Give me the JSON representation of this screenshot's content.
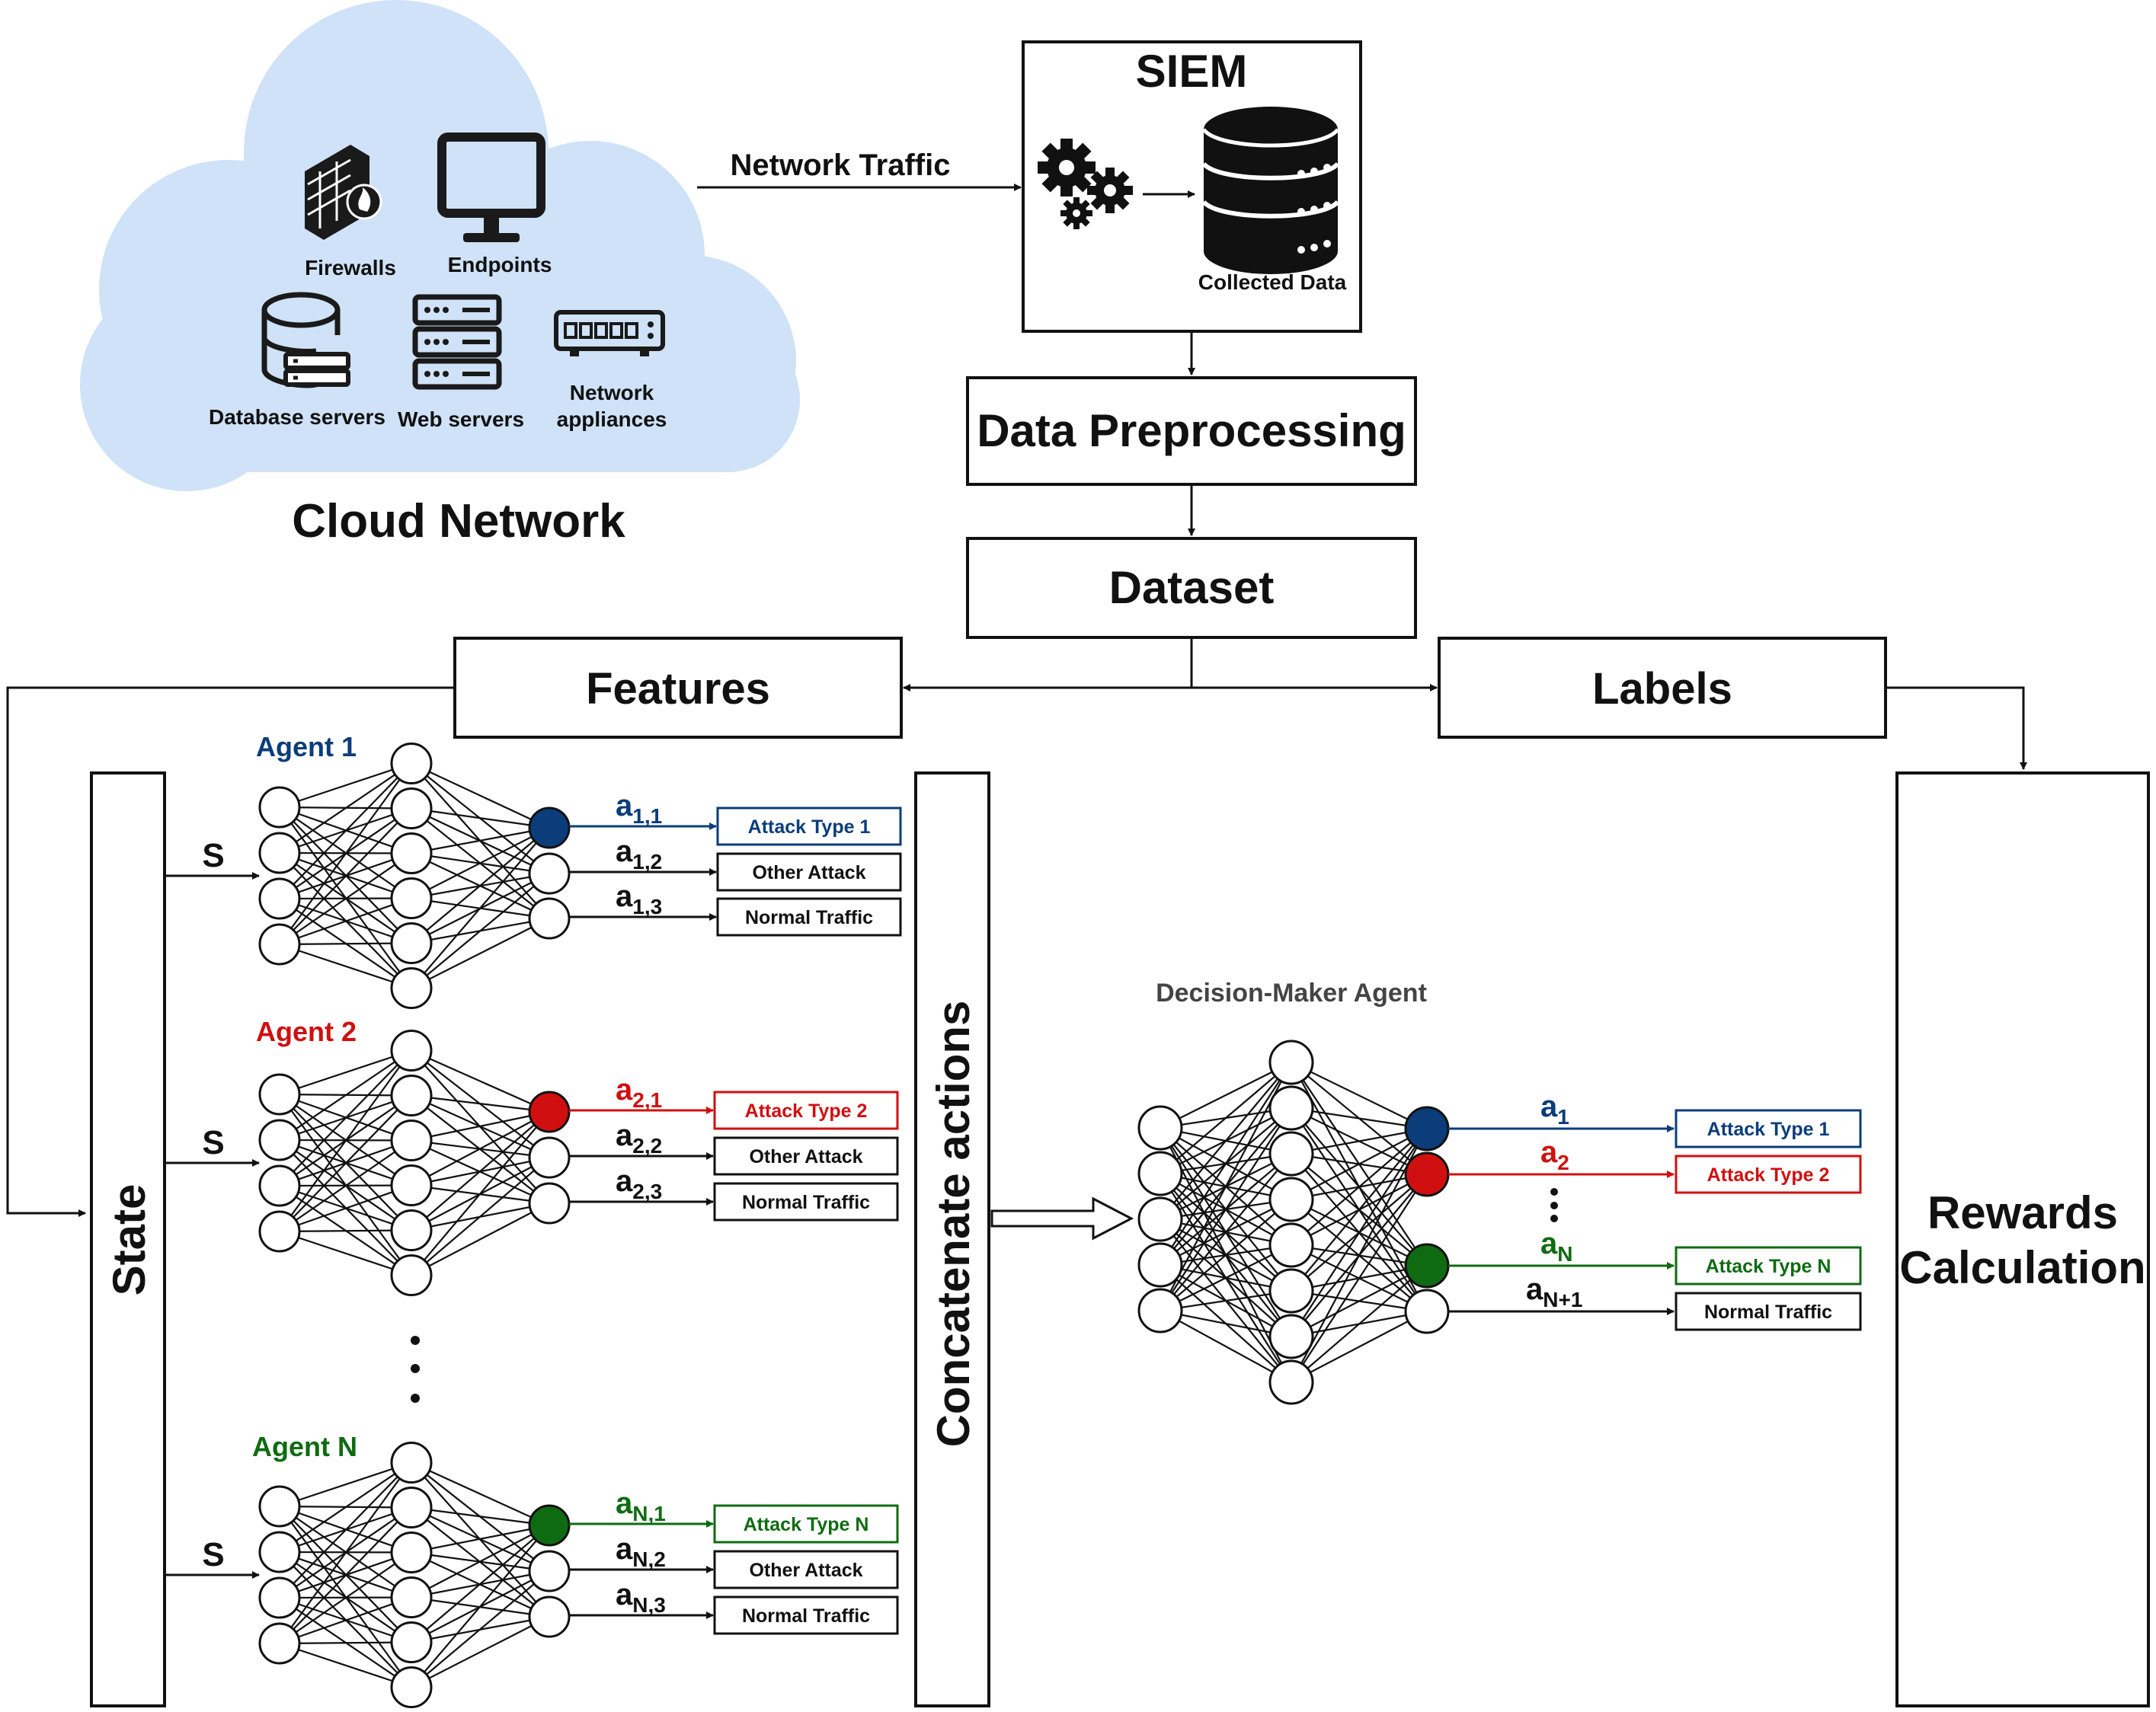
{
  "cloud": {
    "title": "Cloud Network",
    "devices": {
      "firewalls": "Firewalls",
      "endpoints": "Endpoints",
      "database_servers": "Database servers",
      "web_servers": "Web servers",
      "network_appliances_line1": "Network",
      "network_appliances_line2": "appliances"
    }
  },
  "flow": {
    "network_traffic": "Network Traffic",
    "siem_title": "SIEM",
    "collected_data": "Collected Data",
    "preprocessing": "Data Preprocessing",
    "dataset": "Dataset",
    "features": "Features",
    "labels": "Labels",
    "state": "State",
    "concatenate": "Concatenate actions",
    "rewards_line1": "Rewards",
    "rewards_line2": "Calculation",
    "s_label": "S"
  },
  "colors": {
    "agent1": "#0b3d7a",
    "agent2": "#d01010",
    "agentN": "#0f6b12",
    "cloud": "#cfe2f7"
  },
  "agents": [
    {
      "name": "Agent 1",
      "color_key": "agent1",
      "actions": [
        {
          "base": "a",
          "sub": "1,1",
          "output": "Attack Type 1",
          "colored": true
        },
        {
          "base": "a",
          "sub": "1,2",
          "output": "Other Attack",
          "colored": false
        },
        {
          "base": "a",
          "sub": "1,3",
          "output": "Normal Traffic",
          "colored": false
        }
      ]
    },
    {
      "name": "Agent 2",
      "color_key": "agent2",
      "actions": [
        {
          "base": "a",
          "sub": "2,1",
          "output": "Attack Type 2",
          "colored": true
        },
        {
          "base": "a",
          "sub": "2,2",
          "output": "Other Attack",
          "colored": false
        },
        {
          "base": "a",
          "sub": "2,3",
          "output": "Normal Traffic",
          "colored": false
        }
      ]
    },
    {
      "name": "Agent N",
      "color_key": "agentN",
      "actions": [
        {
          "base": "a",
          "sub": "N,1",
          "output": "Attack Type N",
          "colored": true
        },
        {
          "base": "a",
          "sub": "N,2",
          "output": "Other Attack",
          "colored": false
        },
        {
          "base": "a",
          "sub": "N,3",
          "output": "Normal Traffic",
          "colored": false
        }
      ]
    }
  ],
  "decision_maker": {
    "title": "Decision-Maker Agent",
    "actions": [
      {
        "base": "a",
        "sub": "1",
        "output": "Attack Type 1",
        "color_key": "agent1"
      },
      {
        "base": "a",
        "sub": "2",
        "output": "Attack Type 2",
        "color_key": "agent2"
      },
      {
        "base": "a",
        "sub": "N",
        "output": "Attack Type N",
        "color_key": "agentN"
      },
      {
        "base": "a",
        "sub": "N+1",
        "output": "Normal Traffic",
        "color_key": null
      }
    ]
  }
}
